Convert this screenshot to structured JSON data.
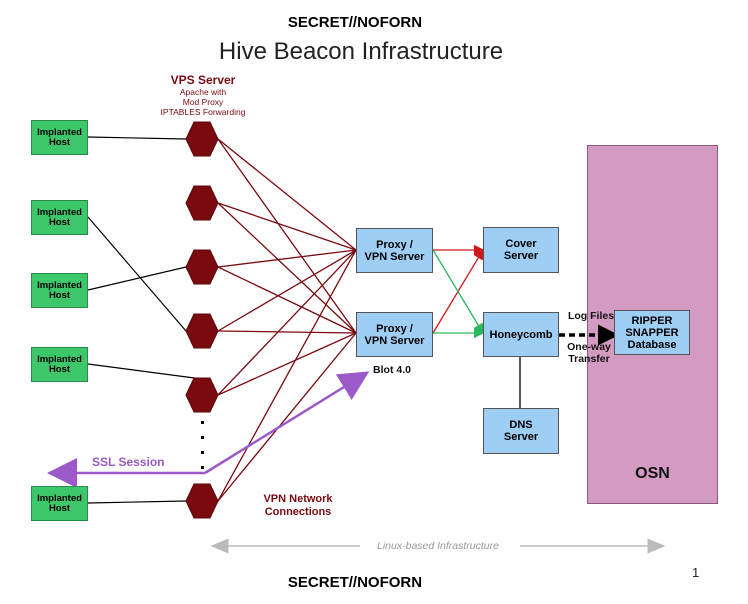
{
  "classification_top": "SECRET//NOFORN",
  "classification_bottom": "SECRET//NOFORN",
  "title": "Hive Beacon Infrastructure",
  "page_number": "1",
  "vps": {
    "title": "VPS Server",
    "details": "Apache with\nMod Proxy\nIPTABLES Forwarding"
  },
  "implanted_host_label": "Implanted\nHost",
  "proxy_label": "Proxy /\nVPN Server",
  "cover_label": "Cover\nServer",
  "honeycomb_label": "Honeycomb",
  "dns_label": "DNS\nServer",
  "ripper_label": "RIPPER\nSNAPPER\nDatabase",
  "osn_label": "OSN",
  "log_files": "Log Files",
  "one_way": "One-way\nTransfer",
  "blot": "Blot 4.0",
  "ssl_session": "SSL Session",
  "vpn_connections": "VPN Network\nConnections",
  "linux_infra": "Linux-based Infrastructure",
  "colors": {
    "host_green": "#3cc86a",
    "server_blue": "#9fcef5",
    "vps_red": "#7a0a0f",
    "osn_pink": "#d39bc1",
    "ssl_purple": "#9b59c9"
  }
}
